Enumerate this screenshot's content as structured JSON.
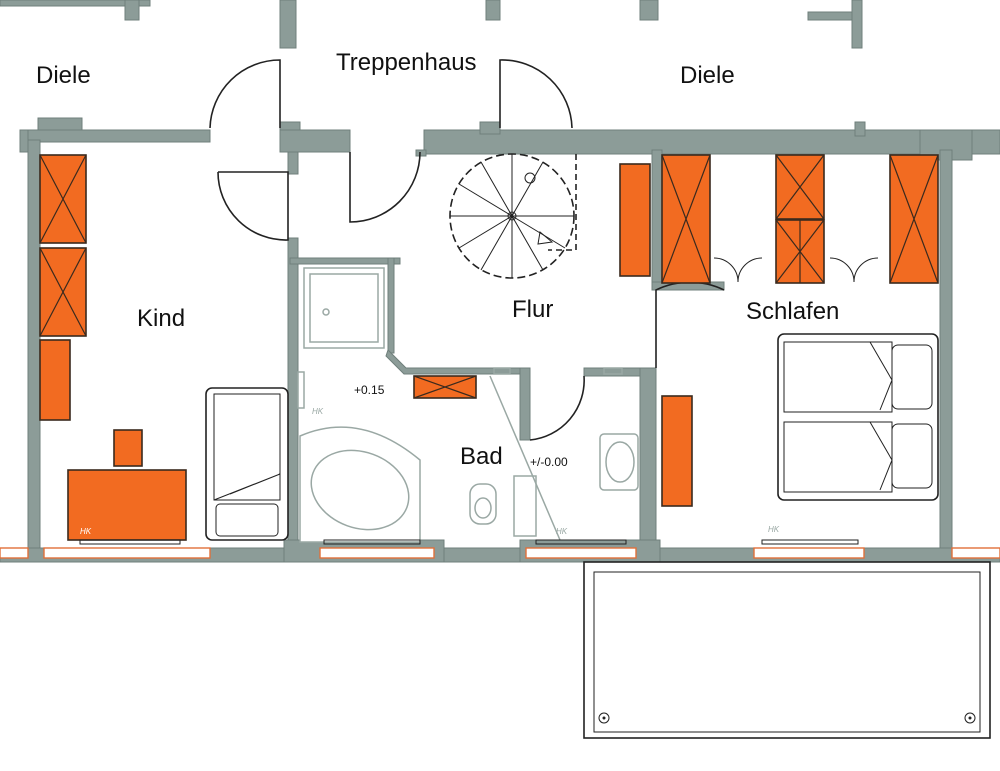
{
  "rooms": {
    "diele_left": "Diele",
    "treppenhaus": "Treppenhaus",
    "diele_right": "Diele",
    "kind": "Kind",
    "flur": "Flur",
    "schlafen": "Schlafen",
    "bad": "Bad"
  },
  "levels": {
    "bad_raised": "+0.15",
    "flur_zero": "+/-0.00"
  },
  "heater_labels": {
    "kind": "HK",
    "bad_left": "HK",
    "bad_right": "HK",
    "schlafen": "HK"
  },
  "colors": {
    "wall": "#8c9c98",
    "furniture": "#f26b21",
    "fixtures": "#9aa8a4"
  }
}
